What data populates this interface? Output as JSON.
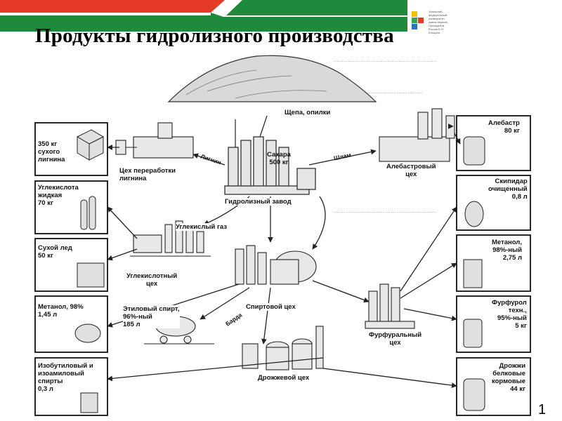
{
  "header": {
    "bar_color": "#1f8a3c",
    "accent_color": "#e53a26",
    "logo_lines": [
      "Уральский",
      "федеральный",
      "университет",
      "имени первого Президента",
      "России Б.Н. Ельцина"
    ]
  },
  "title": "Продукты гидролизного производства",
  "page_number": "1",
  "diagram": {
    "top_source": "Щепа, опилки",
    "center": {
      "sugar": "Сахара\n500 кг",
      "plant": "Гидролизный завод"
    },
    "arrows": {
      "lignin": "Лигнин",
      "slime": "Шлам",
      "gas": "Углекислый газ",
      "barda": "Барда"
    },
    "workshops": {
      "lignin_shop": "Цех переработки\nлигнина",
      "alabaster_shop": "Алебастровый\nцех",
      "co2_shop": "Углекислотный\nцех",
      "spirit_shop": "Спиртовой цех",
      "yeast_shop": "Дрожжевой цех",
      "furfural_shop": "Фурфуральный\nцех"
    },
    "left_products": [
      "350 кг\nсухого\nлигнина",
      "Углекислота\nжидкая\n70 кг",
      "Сухой лед\n50 кг",
      "Метанол, 98%\n1,45 л",
      "Изобутиловый и\nизоамиловый\nспирты\n0,3 л"
    ],
    "ethanol": "Этиловый спирт,\n96%-ный\n185 л",
    "right_products": [
      "Алебастр\n80 кг",
      "Скипидар\nочищенный\n0,8 л",
      "Метанол,\n98%-ный\n2,75 л",
      "Фурфурол\nтехн.,\n95%-ный\n5 кг",
      "Дрожжи\nбелковые\nкормовые\n44 кг"
    ]
  }
}
